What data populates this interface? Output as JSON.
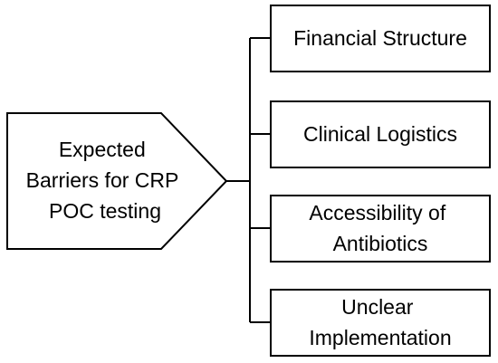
{
  "diagram": {
    "source": {
      "lines": [
        "Expected",
        "Barriers for CRP",
        "POC testing"
      ]
    },
    "barriers": [
      {
        "lines": [
          "Financial Structure"
        ]
      },
      {
        "lines": [
          "Clinical Logistics"
        ]
      },
      {
        "lines": [
          "Accessibility of",
          "Antibiotics"
        ]
      },
      {
        "lines": [
          "Unclear",
          "Implementation"
        ]
      }
    ]
  }
}
